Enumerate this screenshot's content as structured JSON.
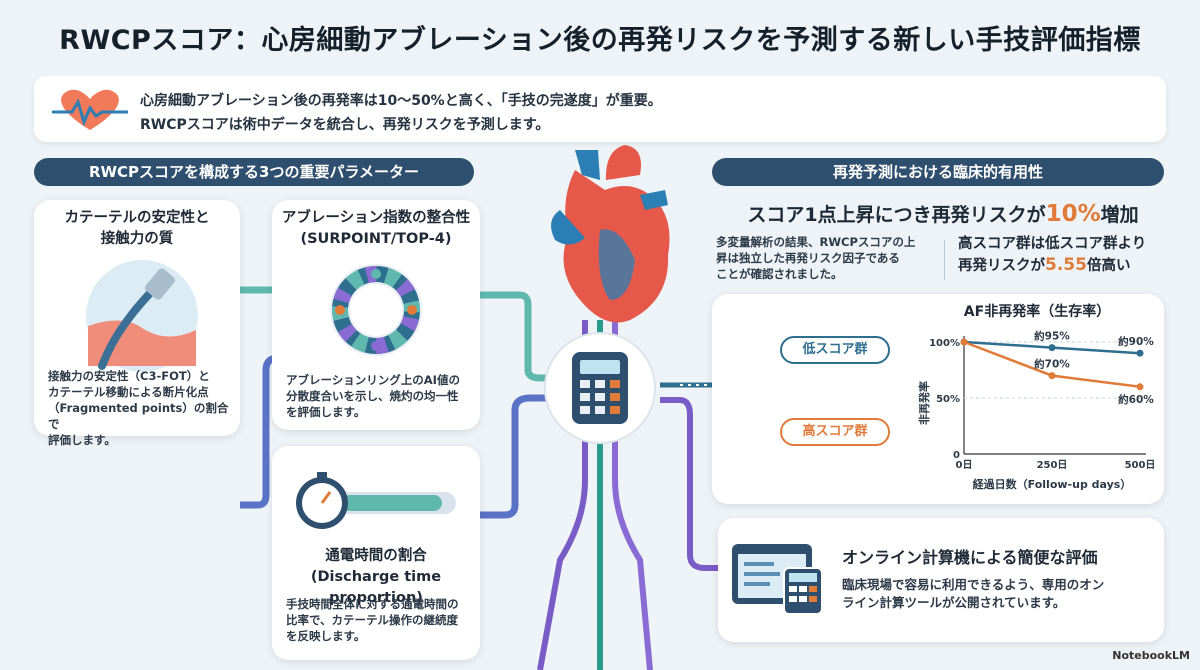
{
  "title": "RWCPスコア：心房細動アブレーション後の再発リスクを予測する新しい手技評価指標",
  "intro": {
    "line1": "心房細動アブレーション後の再発率は10〜50%と高く、「手技の完遂度」が重要。",
    "line2": "RWCPスコアは術中データを統合し、再発リスクを予測します。"
  },
  "left_section": {
    "header": "RWCPスコアを構成する3つの重要パラメーター",
    "params": [
      {
        "title_1": "カテーテルの安定性と",
        "title_2": "接触力の質",
        "body": [
          "接触力の安定性（C3-FOT）と",
          "カテーテル移動による断片化点",
          "（Fragmented points）の割合で",
          "評価します。"
        ]
      },
      {
        "title_1": "アブレーション指数の整合性",
        "title_2": "(SURPOINT/TOP-4)",
        "body": [
          "アブレーションリング上のAI値の",
          "分散度合いを示し、焼灼の均一性",
          "を評価します。"
        ]
      },
      {
        "title_1": "通電時間の割合",
        "title_2": "(Discharge time proportion)",
        "body": [
          "手技時間全体に対する通電時間の",
          "比率で、カテーテル操作の継続度",
          "を反映します。"
        ]
      }
    ]
  },
  "right_section": {
    "header": "再発予測における臨床的有用性",
    "headline_pre": "スコア1点上昇につき再発リスクが",
    "headline_acc": "10%",
    "headline_post": "増加",
    "mv_text": [
      "多変量解析の結果、RWCPスコアの上",
      "昇は独立した再発リスク因子である",
      "ことが確認されました。"
    ],
    "hr_line1": "高スコア群は低スコア群より",
    "hr_pre": "再発リスクが",
    "hr_acc": "5.55",
    "hr_post": "倍高い",
    "low_group": "低スコア群",
    "high_group": "高スコア群"
  },
  "chart_data": {
    "type": "line",
    "title": "AF非再発率（生存率）",
    "xlabel": "経過日数（Follow-up days）",
    "ylabel": "非再発率",
    "x": [
      0,
      250,
      500
    ],
    "x_ticks": [
      "0日",
      "250日",
      "500日"
    ],
    "y_ticks": [
      "0",
      "50%",
      "100%"
    ],
    "ylim": [
      0,
      100
    ],
    "series": [
      {
        "values": [
          100,
          95,
          90
        ],
        "labels": [
          "",
          "約95%",
          "約90%"
        ],
        "color": "#2e6e8e"
      },
      {
        "values": [
          100,
          70,
          60
        ],
        "labels": [
          "",
          "約70%",
          "約60%"
        ],
        "color": "#e07b39"
      }
    ]
  },
  "online": {
    "title": "オンライン計算機による簡便な評価",
    "body": [
      "臨床現場で容易に利用できるよう、専用のオン",
      "ライン計算ツールが公開されています。"
    ]
  },
  "footer": "NotebookLM",
  "colors": {
    "accent": "#e07b39",
    "navy": "#2f4f6f",
    "teal": "#2a9d8f",
    "blue": "#2e6e8e"
  }
}
